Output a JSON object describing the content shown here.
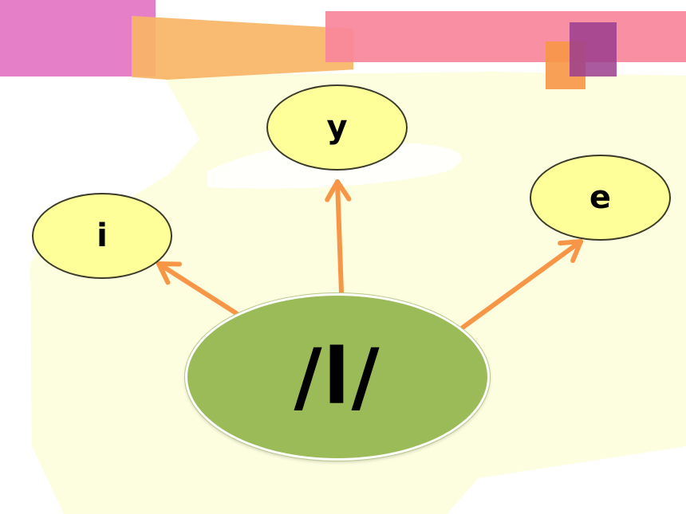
{
  "diagram": {
    "center_node": {
      "label": "/l/"
    },
    "nodes": [
      {
        "id": "i",
        "label": "i"
      },
      {
        "id": "y",
        "label": "y"
      },
      {
        "id": "e",
        "label": "e"
      }
    ],
    "edges": [
      {
        "from": "/l/",
        "to": "i"
      },
      {
        "from": "/l/",
        "to": "y"
      },
      {
        "from": "/l/",
        "to": "e"
      }
    ]
  },
  "colors": {
    "center_fill": "#9bbb59",
    "node_fill": "#ffff99",
    "arrow": "#f79646",
    "background_wash": "#fdfde0",
    "banner_magenta": "#e57fc8",
    "banner_orange": "#f8b466",
    "banner_pink": "#f8869a",
    "banner_purple": "#9b3d8e"
  }
}
